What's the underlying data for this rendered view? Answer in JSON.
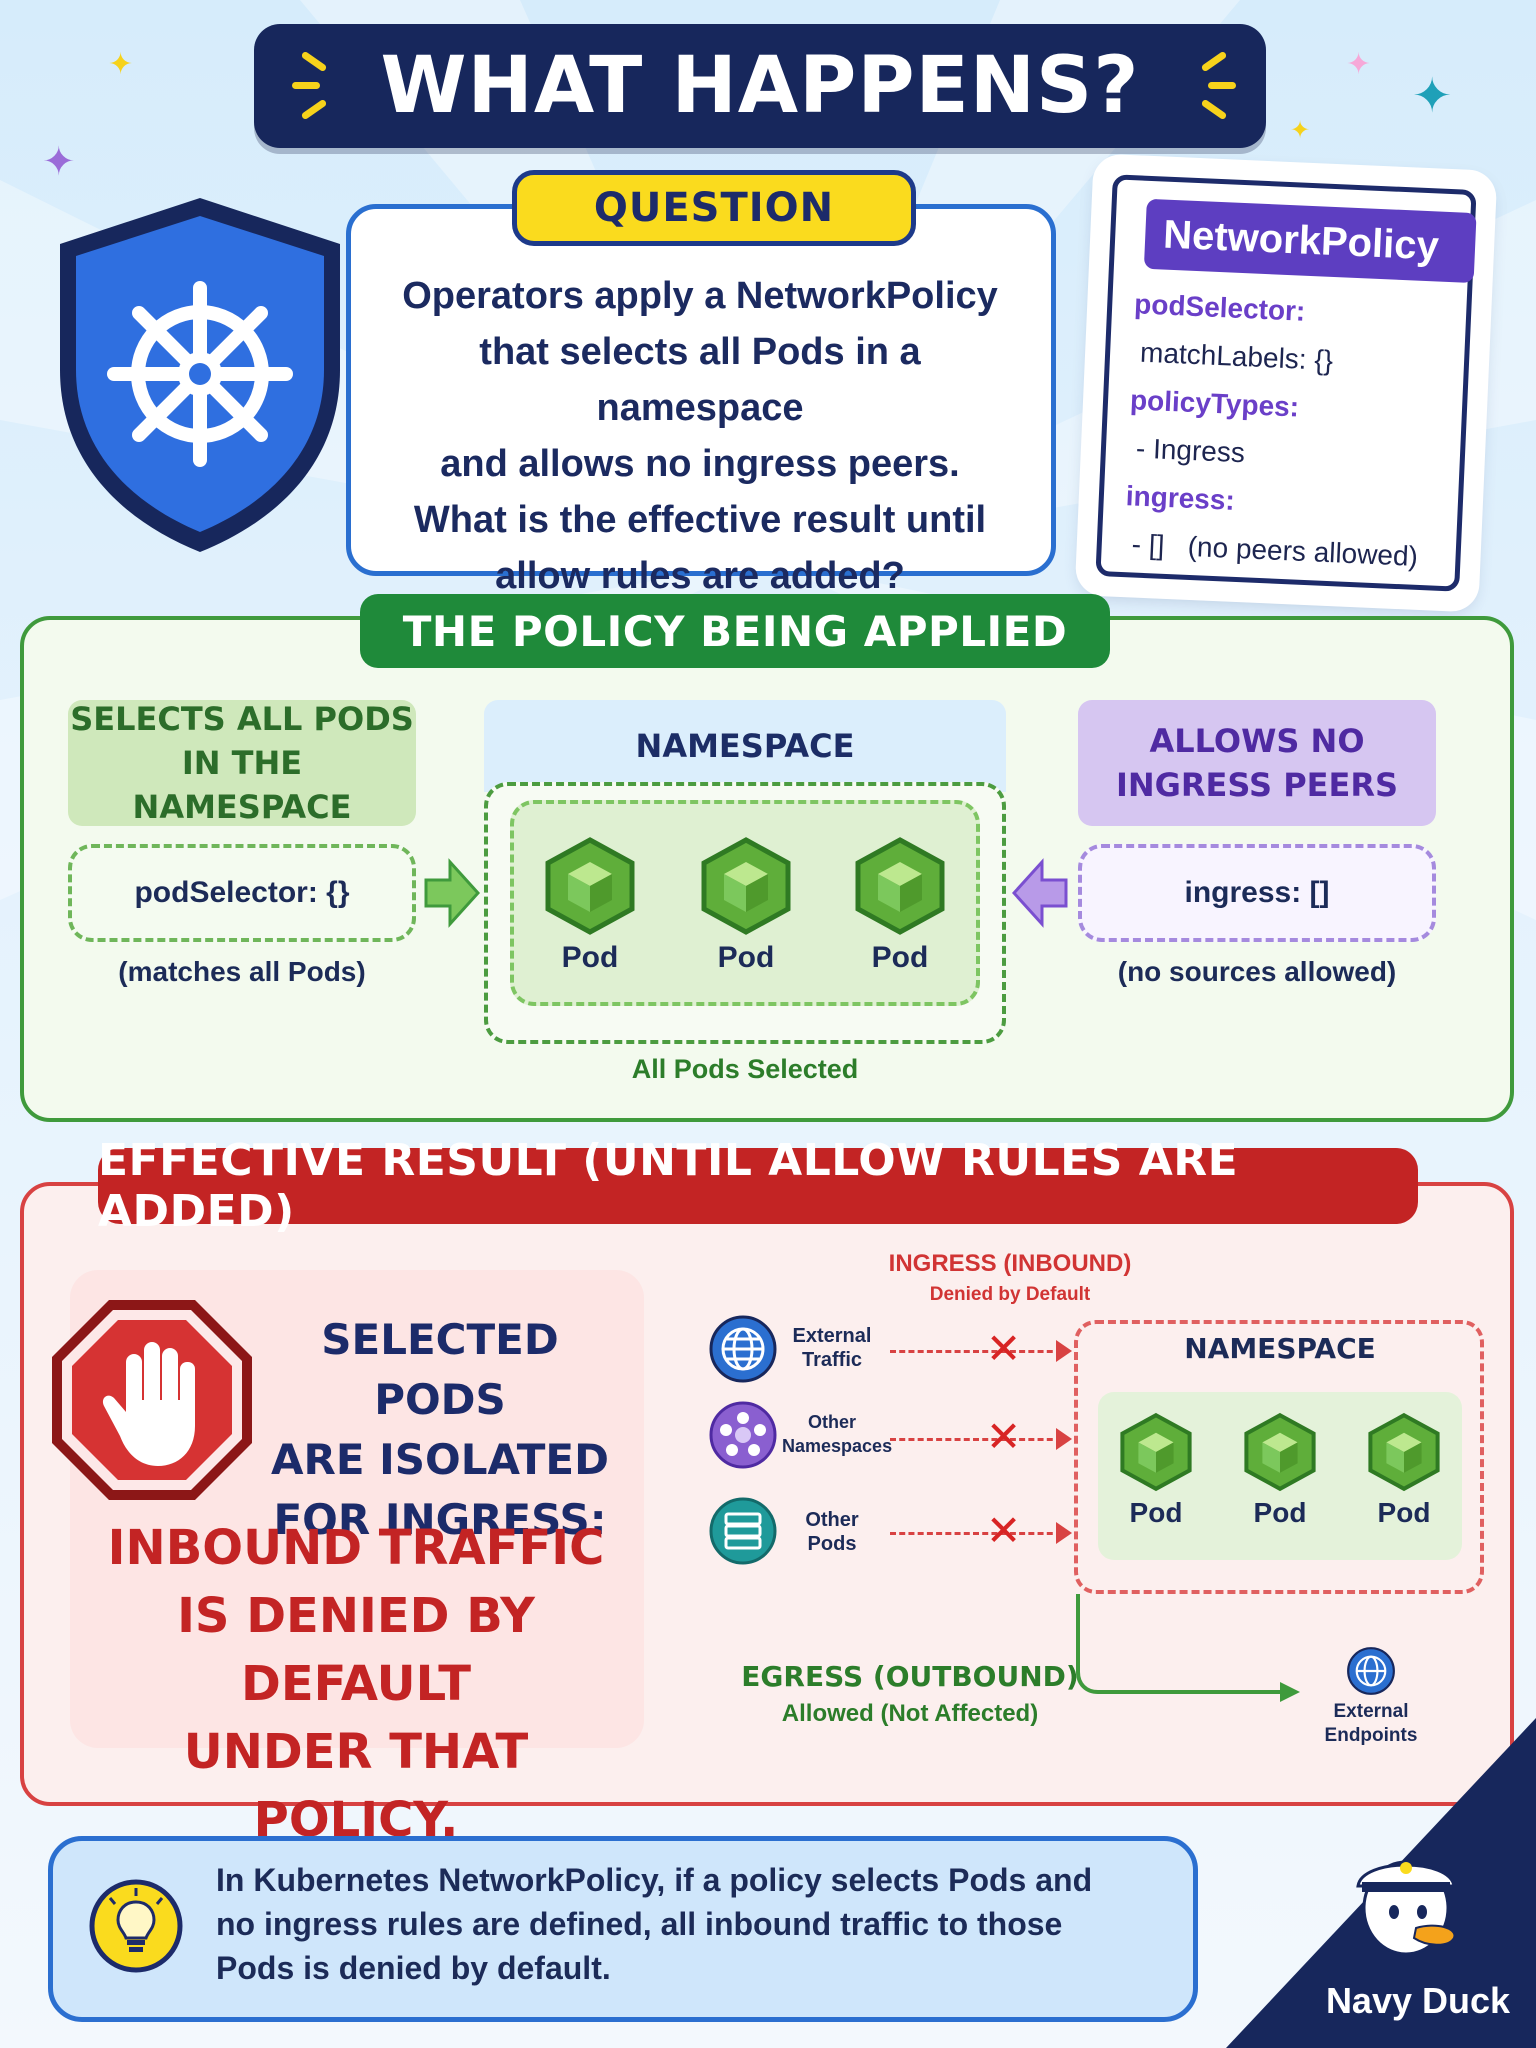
{
  "title": "WHAT HAPPENS?",
  "question": {
    "label": "QUESTION",
    "text_lines": [
      "Operators apply a NetworkPolicy",
      "that selects all Pods in a namespace",
      "and allows no ingress peers.",
      "What is the effective result until",
      "allow rules are added?"
    ]
  },
  "network_policy_card": {
    "title": "NetworkPolicy",
    "lines": [
      {
        "kind": "key",
        "text": "podSelector:"
      },
      {
        "kind": "val",
        "text": "matchLabels: {}"
      },
      {
        "kind": "key",
        "text": "policyTypes:"
      },
      {
        "kind": "val",
        "text": "- Ingress"
      },
      {
        "kind": "key",
        "text": "ingress:"
      },
      {
        "kind": "val",
        "text": "- []   (no peers allowed)"
      }
    ]
  },
  "policy_section": {
    "label": "THE POLICY BEING APPLIED",
    "left_tag_lines": [
      "SELECTS ALL PODS",
      "IN THE NAMESPACE"
    ],
    "left_code": "podSelector: {}",
    "left_caption": "(matches all Pods)",
    "namespace_label": "NAMESPACE",
    "pods": [
      "Pod",
      "Pod",
      "Pod"
    ],
    "namespace_caption": "All Pods Selected",
    "right_tag_lines": [
      "ALLOWS NO",
      "INGRESS PEERS"
    ],
    "right_code": "ingress: []",
    "right_caption": "(no sources allowed)"
  },
  "result_section": {
    "label": "EFFECTIVE RESULT (UNTIL ALLOW RULES ARE ADDED)",
    "isolated_lines": [
      "SELECTED PODS",
      "ARE ISOLATED",
      "FOR INGRESS:"
    ],
    "denied_lines": [
      "INBOUND TRAFFIC",
      "IS DENIED BY DEFAULT",
      "UNDER THAT POLICY."
    ],
    "ingress_title": "INGRESS (INBOUND)",
    "ingress_sub": "Denied by Default",
    "sources": [
      {
        "lines": [
          "External",
          "Traffic"
        ],
        "icon": "globe-icon",
        "color": "#2b6fd0"
      },
      {
        "lines": [
          "Other",
          "Namespaces"
        ],
        "icon": "namespace-icon",
        "color": "#8a5fd0"
      },
      {
        "lines": [
          "Other",
          "Pods"
        ],
        "icon": "server-icon",
        "color": "#1f9a9a"
      }
    ],
    "namespace_label": "NAMESPACE",
    "pods": [
      "Pod",
      "Pod",
      "Pod"
    ],
    "egress_title": "EGRESS (OUTBOUND)",
    "egress_sub": "Allowed (Not Affected)",
    "external_lines": [
      "External",
      "Endpoints"
    ]
  },
  "note": {
    "lines": [
      "In Kubernetes NetworkPolicy, if a policy selects Pods and",
      "no ingress rules are defined, all inbound traffic to those",
      "Pods is denied by default."
    ]
  },
  "brand": "Navy Duck",
  "colors": {
    "navy": "#17275c",
    "green": "#1f8a3a",
    "red": "#c32424",
    "purple": "#5d3ec1",
    "yellow": "#fadb1e",
    "blue": "#2a6fd0"
  }
}
